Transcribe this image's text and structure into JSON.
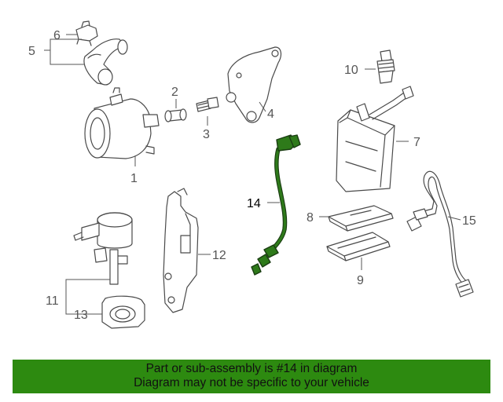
{
  "diagram": {
    "labels": {
      "1": "1",
      "2": "2",
      "3": "3",
      "4": "4",
      "5": "5",
      "6": "6",
      "7": "7",
      "8": "8",
      "9": "9",
      "10": "10",
      "11": "11",
      "12": "12",
      "13": "13",
      "14": "14",
      "15": "15"
    },
    "highlighted_part": "14",
    "highlight_color": "#2d8a10"
  },
  "banner": {
    "line1": "Part or sub-assembly is #14 in diagram",
    "line2": "Diagram may not be specific to your vehicle",
    "background": "#2d8a10"
  }
}
